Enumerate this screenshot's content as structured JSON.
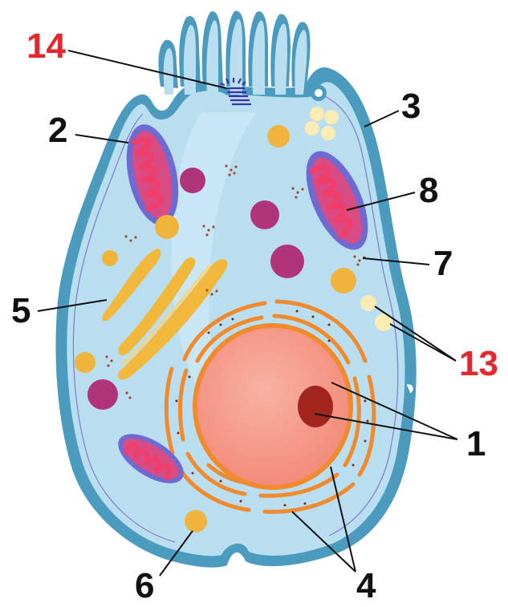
{
  "labels": {
    "l14": "14",
    "l2": "2",
    "l3": "3",
    "l8": "8",
    "l7": "7",
    "l5": "5",
    "l13": "13",
    "l1": "1",
    "l6": "6",
    "l4": "4"
  },
  "colors": {
    "membrane": "#4a9bbd",
    "cytoplasm": "#b9def0",
    "mito_outer": "#d94b83",
    "mito_inner": "#ef3e6c",
    "golgi": "#f2b83b",
    "nucleus": "#f59a8c",
    "nucleolus": "#a3261e",
    "er": "#f08a2c",
    "lysosome": "#b1347a",
    "vesicle": "#f0b33c",
    "pale_vesicle": "#fbecb4",
    "centrosome": "#3b2fb4",
    "label_black": "#111111",
    "label_red": "#e5282e"
  }
}
